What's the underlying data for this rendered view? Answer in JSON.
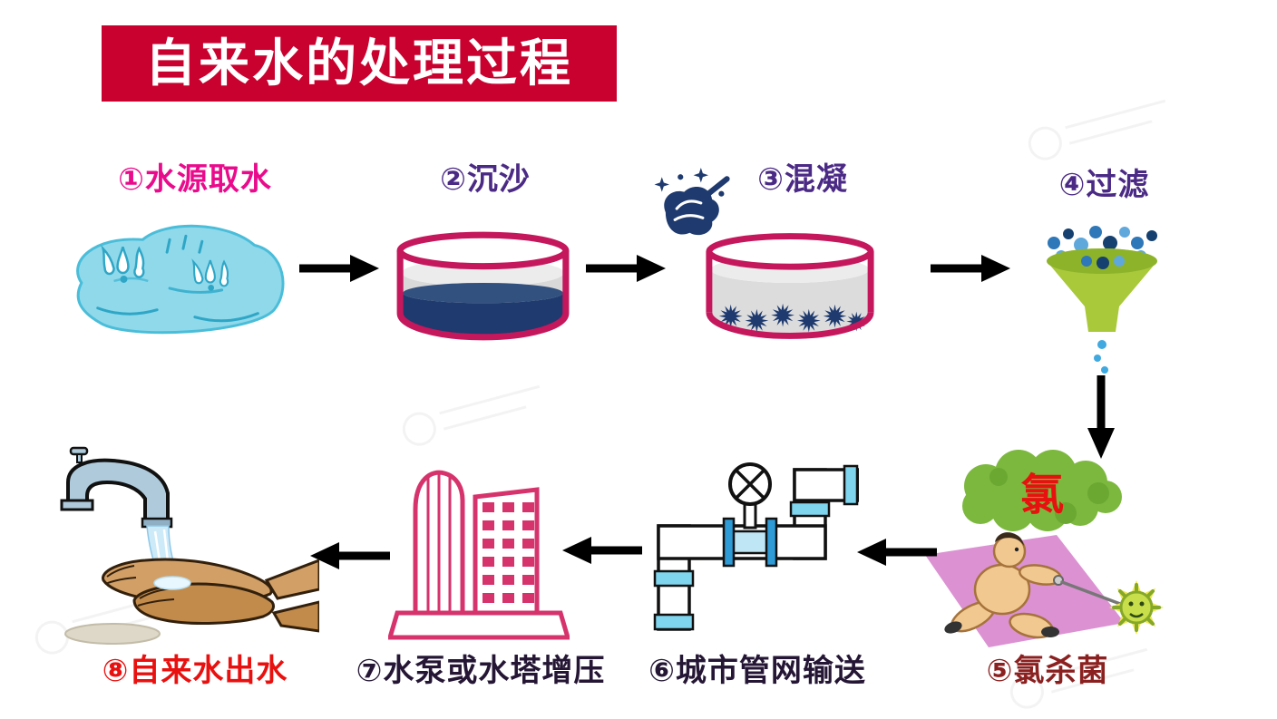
{
  "title": "自来水的处理过程",
  "chlorine_text": "氯",
  "steps": [
    {
      "label": "①水源取水"
    },
    {
      "label": "②沉沙"
    },
    {
      "label": "③混凝"
    },
    {
      "label": "④过滤"
    },
    {
      "label": "⑤氯杀菌"
    },
    {
      "label": "⑥城市管网输送"
    },
    {
      "label": "⑦水泵或水塔增压"
    },
    {
      "label": "⑧自来水出水"
    }
  ],
  "colors": {
    "banner_red": "#C9012F",
    "label_magenta": "#EA0B8C",
    "label_purple": "#4B2A85",
    "label_maroon": "#8B2020",
    "label_dark": "#241634",
    "label_red": "#E8110F",
    "tank_outline": "#C4175C",
    "sediment_navy": "#1E3A6E",
    "funnel_green": "#A9C93B",
    "cloud_green": "#7CB83E",
    "pond_blue": "#8FD9EB",
    "pipe_blue": "#7FD4EE",
    "building_pink": "#D6336C",
    "arrow_black": "#000000"
  }
}
